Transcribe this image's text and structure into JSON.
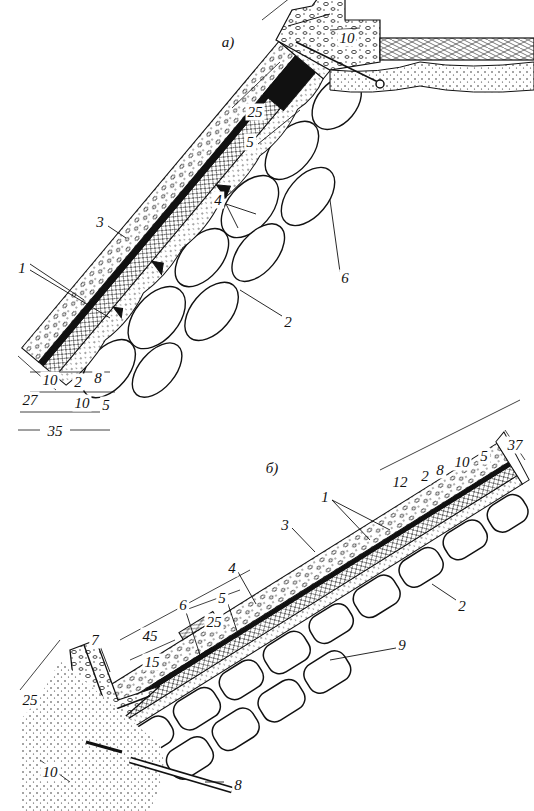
{
  "diagram": {
    "labels": [
      "а)",
      "1",
      "2",
      "3",
      "4",
      "5",
      "6",
      "10",
      "25",
      "10",
      "8",
      "2",
      "27",
      "10",
      "5",
      "35",
      "б)",
      "1",
      "2",
      "3",
      "4",
      "5",
      "6",
      "7",
      "8",
      "9",
      "12",
      "2",
      "8",
      "10",
      "5",
      "37",
      "45",
      "25",
      "15",
      "25",
      "10"
    ]
  }
}
